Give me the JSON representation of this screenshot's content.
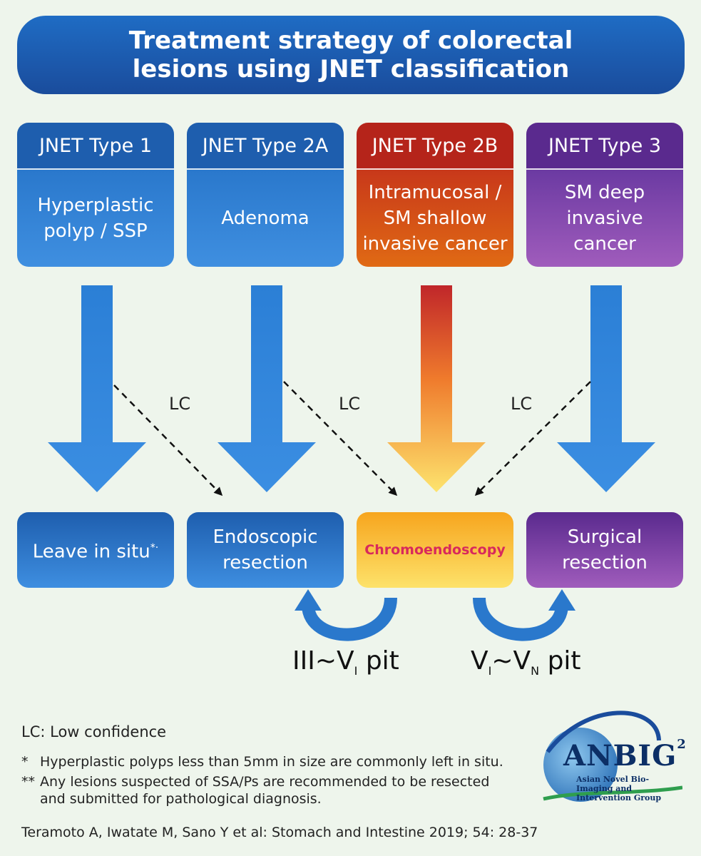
{
  "title": {
    "line1": "Treatment strategy of colorectal",
    "line2": "lesions using JNET classification"
  },
  "types": [
    {
      "header": "JNET Type 1",
      "lines": [
        "Hyperplastic",
        "polyp / SSP"
      ]
    },
    {
      "header": "JNET Type 2A",
      "lines": [
        "Adenoma"
      ]
    },
    {
      "header": "JNET Type 2B",
      "lines": [
        "Intramucosal /",
        "SM shallow",
        "invasive cancer"
      ]
    },
    {
      "header": "JNET Type 3",
      "lines": [
        "SM deep",
        "invasive",
        "cancer"
      ]
    }
  ],
  "outcomes": [
    {
      "lines": [
        "Leave in situ"
      ],
      "mark": "*·"
    },
    {
      "lines": [
        "Endoscopic",
        "resection"
      ]
    },
    {
      "lines": [
        "Chromoendoscopy"
      ]
    },
    {
      "lines": [
        "Surgical",
        "resection"
      ]
    }
  ],
  "lc_label": "LC",
  "pit_left": {
    "main": "III~V",
    "sub": "I",
    "tail": " pit"
  },
  "pit_right": {
    "a": "V",
    "a_sub": "I",
    "mid": "~V",
    "b_sub": "N",
    "tail": " pit"
  },
  "legend": {
    "lc": "LC: Low confidence",
    "note1_mark": "*",
    "note1": "Hyperplastic polyps less than 5mm in size are commonly left in situ.",
    "note2_mark": "**",
    "note2_line1": "Any lesions suspected of SSA/Ps are recommended to be resected",
    "note2_line2": "and submitted for pathological diagnosis."
  },
  "citation": "Teramoto A, Iwatate M, Sano Y et al: Stomach and Intestine 2019; 54: 28-37",
  "logo": {
    "name": "ANBIG",
    "superscript": "2",
    "line1": "Asian Novel Bio-Imaging and",
    "line2": "Intervention Group"
  },
  "colors": {
    "blue": "#2a78cc",
    "red": "#c8381a",
    "purple": "#6b3aa2",
    "yellow": "#fdd94a",
    "chromo_text": "#d8295c"
  }
}
